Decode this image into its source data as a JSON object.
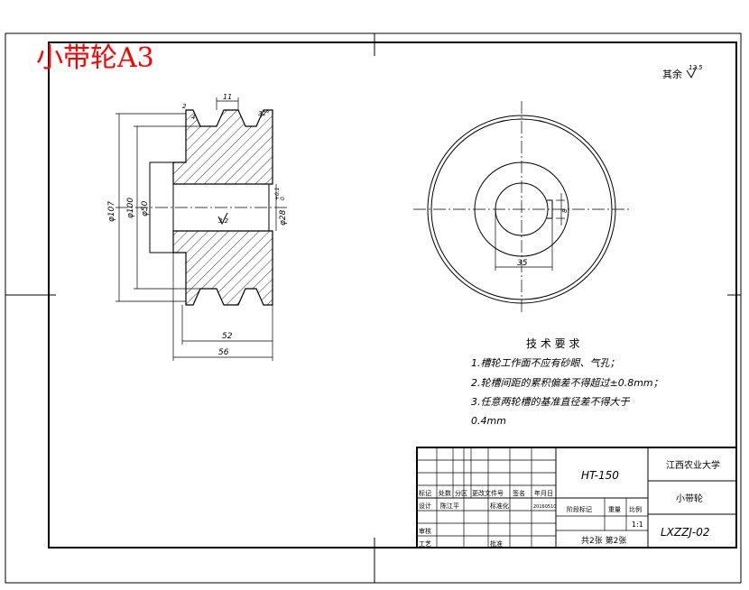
{
  "title_red": "小带轮A3",
  "surface_note": "其余",
  "surface_value": "12.5",
  "dims": {
    "d107": "φ107",
    "d100": "φ100",
    "d50": "φ50",
    "d28": "φ28",
    "d28_tol_upper": "+0.1",
    "d28_tol_lower": "0",
    "groove_top": "11",
    "groove_angle": "32°",
    "groove_small": "2",
    "groove_r": "4",
    "roughness_bore": "3.2",
    "w52": "52",
    "w56": "56",
    "keyway": "35",
    "key_side": "8"
  },
  "tech": {
    "heading": "技 术 要 求",
    "lines": [
      "1.槽轮工作面不应有砂眼、气孔；",
      "2.轮槽间距的累积偏差不得超过±0.8mm；",
      "3.任意两轮槽的基准直径差不得大于",
      "0.4mm"
    ]
  },
  "title_block": {
    "material": "HT-150",
    "school": "江西农业大学",
    "part_name": "小带轮",
    "drawing_no": "LXZZJ-02",
    "scale": "1:1",
    "sheets": "共2张 第2张",
    "hdr_mark": "标记",
    "hdr_count": "处数",
    "hdr_zone": "分区",
    "hdr_change": "更改文件号",
    "hdr_sign": "签名",
    "hdr_date": "年月日",
    "design_label": "设计",
    "designer": "陈江平",
    "standard_label": "标准化",
    "date_value": "20160510",
    "check_label": "审核",
    "process_label": "工艺",
    "approve_label": "批准",
    "stage_label": "阶段标记",
    "weight_label": "重量",
    "ratio_label": "比例"
  }
}
